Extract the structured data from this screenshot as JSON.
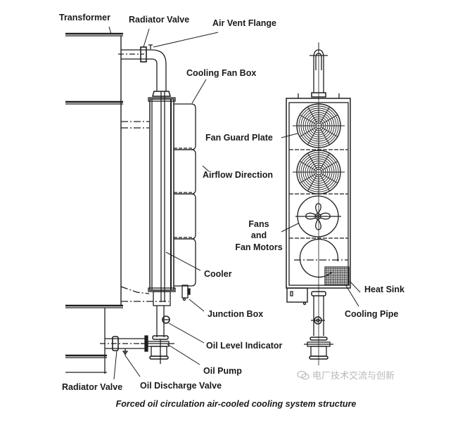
{
  "title": "Forced oil circulation air-cooled cooling system structure",
  "watermark": "电厂技术交流与创新",
  "labels": {
    "transformer": "Transformer",
    "radiator_valve_top": "Radiator Valve",
    "air_vent_flange": "Air Vent Flange",
    "cooling_fan_box": "Cooling Fan Box",
    "fan_guard_plate": "Fan Guard Plate",
    "airflow_direction": "Airflow Direction",
    "fans_line1": "Fans",
    "fans_line2": "and",
    "fans_line3": "Fan Motors",
    "cooler": "Cooler",
    "heat_sink": "Heat Sink",
    "junction_box": "Junction Box",
    "cooling_pipe": "Cooling Pipe",
    "oil_level_indicator": "Oil Level Indicator",
    "oil_pump": "Oil Pump",
    "radiator_valve_bottom": "Radiator Valve",
    "oil_discharge_valve": "Oil Discharge Valve"
  },
  "colors": {
    "line": "#1e1e1e",
    "text": "#1a1a1a",
    "watermark": "#b8b8b8"
  }
}
